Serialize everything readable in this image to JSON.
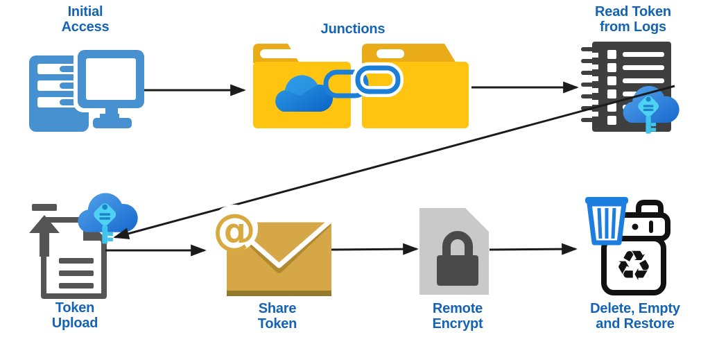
{
  "diagram": {
    "background_color": "#ffffff",
    "label_color": "#1463B5",
    "arrow_color": "#1b1b1b",
    "nodes": [
      {
        "id": "initial-access",
        "label": "Initial\nAccess",
        "icon": "computer-workstation-icon"
      },
      {
        "id": "junctions",
        "label": "Junctions",
        "icon": "onedrive-linked-folders-icon"
      },
      {
        "id": "read-token-from-logs",
        "label": "Read Token\nfrom Logs",
        "icon": "log-notebook-cloud-key-icon"
      },
      {
        "id": "token-upload",
        "label": "Token\nUpload",
        "icon": "document-upload-cloud-key-icon"
      },
      {
        "id": "share-token",
        "label": "Share\nToken",
        "icon": "email-envelope-at-icon"
      },
      {
        "id": "remote-encrypt",
        "label": "Remote\nEncrypt",
        "icon": "encrypted-file-padlock-icon"
      },
      {
        "id": "delete-empty-and-restore",
        "label": "Delete, Empty\nand Restore",
        "icon": "recycle-bin-trash-icon"
      }
    ],
    "edges": [
      {
        "from": "initial-access",
        "to": "junctions",
        "style": "horizontal-arrow"
      },
      {
        "from": "junctions",
        "to": "read-token-from-logs",
        "style": "horizontal-arrow"
      },
      {
        "from": "read-token-from-logs",
        "to": "token-upload",
        "style": "diagonal-arrow"
      },
      {
        "from": "token-upload",
        "to": "share-token",
        "style": "horizontal-arrow"
      },
      {
        "from": "share-token",
        "to": "remote-encrypt",
        "style": "horizontal-arrow"
      },
      {
        "from": "remote-encrypt",
        "to": "delete-empty-and-restore",
        "style": "horizontal-arrow"
      }
    ],
    "colors": {
      "computer_blue": "#4791D1",
      "folder_yellow": "#FFC410",
      "folder_tab_gold": "#E9AC18",
      "onedrive_blue_light": "#2FA0E9",
      "onedrive_blue_dark": "#0C63C5",
      "chain_link_blue": "#1B7FD9",
      "notebook_gray": "#3F3F3F",
      "document_gray": "#555555",
      "envelope_gold": "#D5A747",
      "envelope_shadow_gold": "#96782A",
      "encrypt_file_gray": "#C9C9C9",
      "padlock_gray": "#4A4A4A",
      "trash_can_blue": "#1C7FE0",
      "trash_outline_black": "#111111",
      "cloud_blue_light": "#55A4EC",
      "cloud_blue_dark": "#1668CE",
      "key_cyan": "#4ED2F4",
      "key_detail_cyan": "#1D84C8"
    }
  },
  "glyphs": {
    "at_symbol": "@",
    "recycle_symbol": "♻"
  }
}
